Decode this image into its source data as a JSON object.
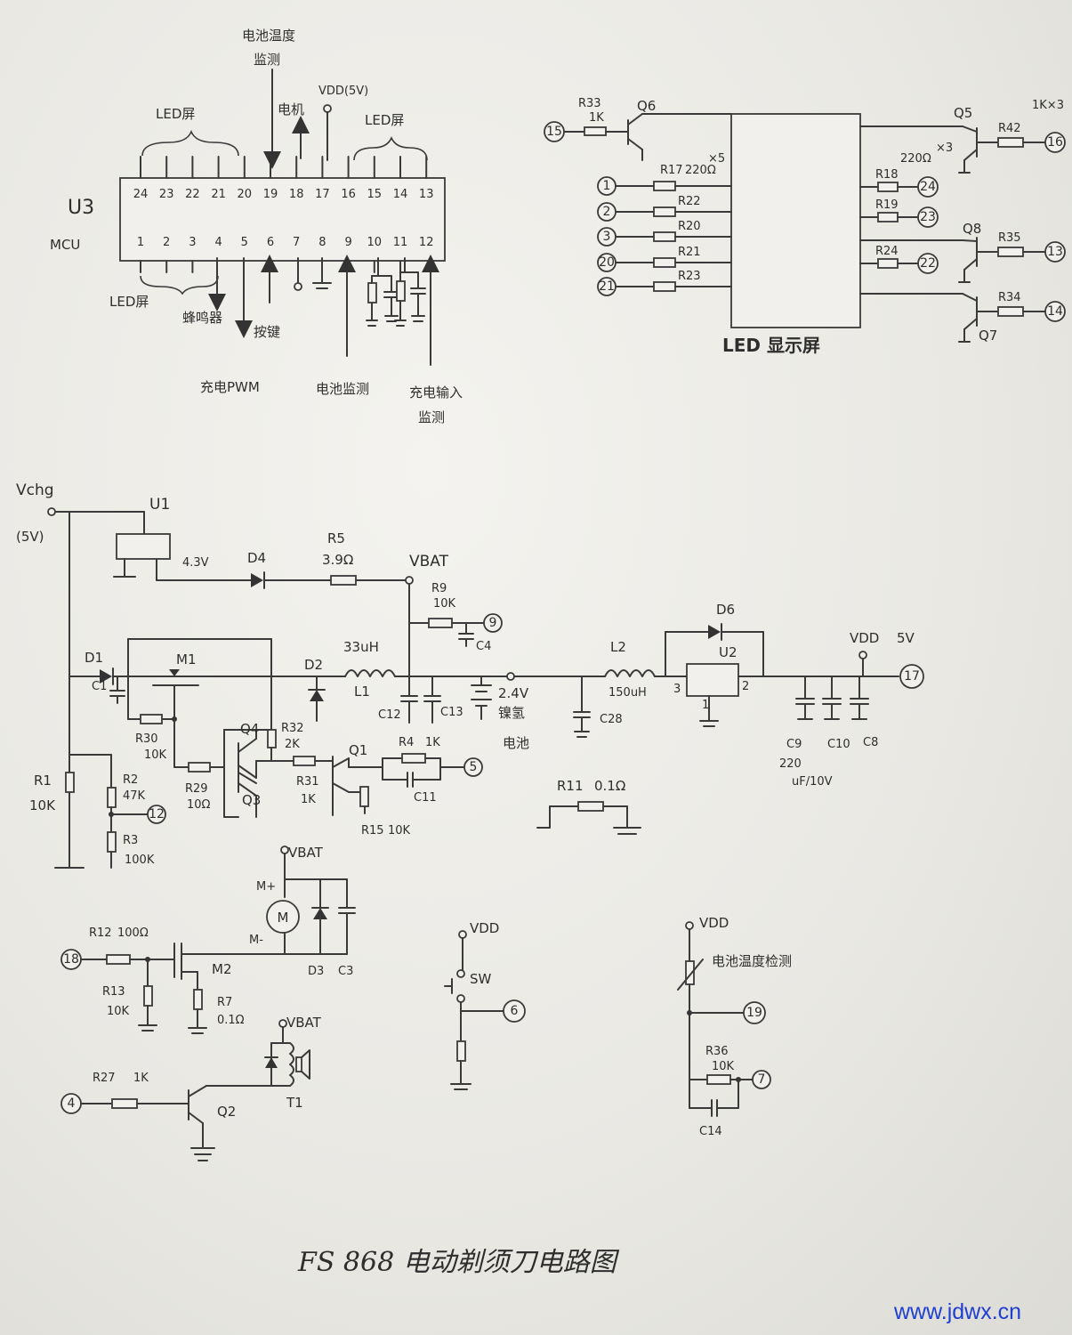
{
  "title": "FS 868 电动剃须刀电路图",
  "watermark": "www.jdwx.cn",
  "mcu": {
    "ref": "U3",
    "name": "MCU",
    "top_pins": [
      "24",
      "23",
      "22",
      "21",
      "20",
      "19",
      "18",
      "17",
      "16",
      "15",
      "14",
      "13"
    ],
    "bottom_pins": [
      "1",
      "2",
      "3",
      "4",
      "5",
      "6",
      "7",
      "8",
      "9",
      "10",
      "11",
      "12"
    ],
    "labels": {
      "led_screen_top_left": "LED屏",
      "led_screen_top_right": "LED屏",
      "battery_temp": "电池温度",
      "battery_temp_2": "监测",
      "motor": "电机",
      "vdd": "VDD(5V)",
      "led_screen_bottom": "LED屏",
      "buzzer": "蜂鸣器",
      "charge_pwm": "充电PWM",
      "key": "按键",
      "battery_monitor": "电池监测",
      "charge_input": "充电输入",
      "charge_input_2": "监测"
    }
  },
  "led_display": {
    "name": "LED 显示屏",
    "left_resistors": [
      "R17",
      "R22",
      "R20",
      "R21",
      "R23"
    ],
    "left_value": "220Ω",
    "left_mult": "×5",
    "left_nodes": [
      "1",
      "2",
      "3",
      "20",
      "21"
    ],
    "q6": "Q6",
    "r33": "R33",
    "r33_val": "1K",
    "node15": "15",
    "right_resistors": [
      "R18",
      "R19",
      "R24"
    ],
    "right_value": "220Ω",
    "right_mult": "×3",
    "right_nodes": [
      "24",
      "23",
      "22"
    ],
    "q5": "Q5",
    "q8": "Q8",
    "q7": "Q7",
    "r42": "R42",
    "r35": "R35",
    "r34": "R34",
    "r_top_value": "1K×3",
    "q_nodes": [
      "16",
      "13",
      "14"
    ]
  },
  "power": {
    "vchg": "Vchg",
    "vchg_v": "(5V)",
    "u1": "U1",
    "u1_v": "4.3V",
    "d4": "D4",
    "r5": "R5",
    "r5_val": "3.9Ω",
    "vbat": "VBAT",
    "r9": "R9",
    "r9_val": "10K",
    "c4": "C4",
    "node9": "9",
    "d1": "D1",
    "c1": "C1",
    "m1": "M1",
    "d2": "D2",
    "l1_val": "33uH",
    "l1": "L1",
    "c12": "C12",
    "c13": "C13",
    "battery": "2.4V",
    "battery_2": "镍氢",
    "battery_3": "电池",
    "l2": "L2",
    "l2_val": "150uH",
    "c28": "C28",
    "d6": "D6",
    "u2": "U2",
    "u2_pin3": "3",
    "u2_pin2": "2",
    "u2_pin1": "1",
    "vdd": "VDD",
    "vdd_v": "5V",
    "node17": "17",
    "c9": "C9",
    "c10": "C10",
    "c8": "C8",
    "cap_val": "220",
    "cap_val_2": "uF/10V",
    "r30": "R30",
    "r30_val": "10K",
    "q4": "Q4",
    "q3": "Q3",
    "r29": "R29",
    "r29_val": "10Ω",
    "r32": "R32",
    "r32_val": "2K",
    "r31": "R31",
    "r31_val": "1K",
    "q1": "Q1",
    "r4": "R4",
    "r4_val": "1K",
    "c11": "C11",
    "node5": "5",
    "r15": "R15",
    "r15_val": "10K",
    "r1": "R1",
    "r1_val": "10K",
    "r2": "R2",
    "r2_val": "47K",
    "node12": "12",
    "r3": "R3",
    "r3_val": "100K",
    "r11": "R11",
    "r11_val": "0.1Ω"
  },
  "motor": {
    "vbat": "VBAT",
    "mplus": "M+",
    "mminus": "M-",
    "m": "M",
    "d3": "D3",
    "c3": "C3",
    "node18": "18",
    "r12": "R12",
    "r12_val": "100Ω",
    "r13": "R13",
    "r13_val": "10K",
    "m2": "M2",
    "r7": "R7",
    "r7_val": "0.1Ω"
  },
  "buzzer": {
    "vbat": "VBAT",
    "node4": "4",
    "r27": "R27",
    "r27_val": "1K",
    "q2": "Q2",
    "t1": "T1"
  },
  "switch": {
    "vdd": "VDD",
    "sw": "SW",
    "node6": "6"
  },
  "temp": {
    "vdd": "VDD",
    "label": "电池温度检测",
    "node19": "19",
    "r36": "R36",
    "r36_val": "10K",
    "node7": "7",
    "c14": "C14"
  }
}
